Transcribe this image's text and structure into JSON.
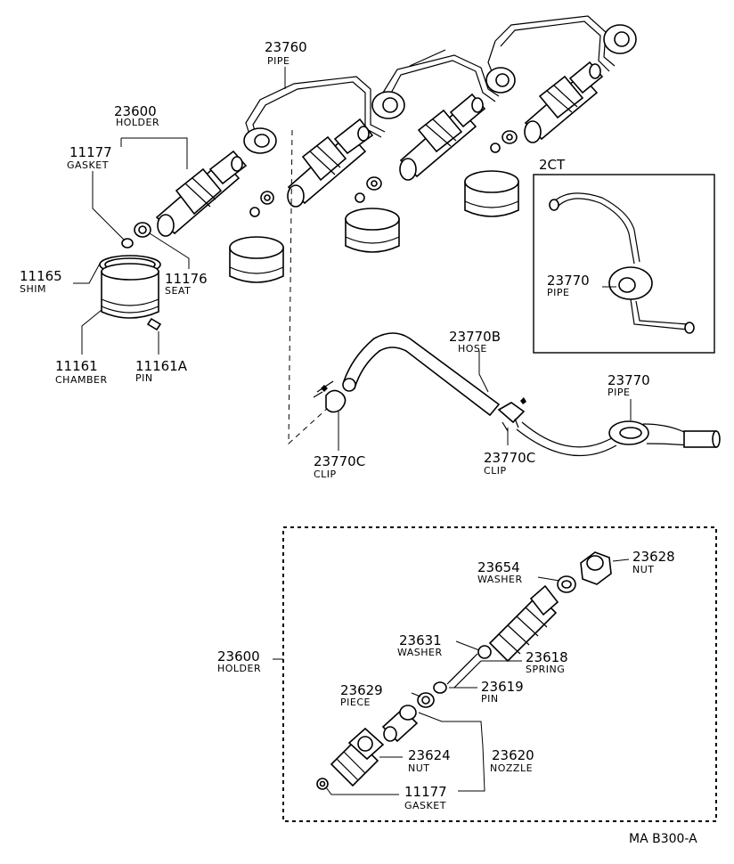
{
  "callouts": {
    "pipe_23760": {
      "num": "23760",
      "name": "PIPE"
    },
    "holder_23600_top": {
      "num": "23600",
      "name": "HOLDER"
    },
    "gasket_11177_top": {
      "num": "11177",
      "name": "GASKET"
    },
    "shim_11165": {
      "num": "11165",
      "name": "SHIM"
    },
    "seat_11176": {
      "num": "11176",
      "name": "SEAT"
    },
    "chamber_11161": {
      "num": "11161",
      "name": "CHAMBER"
    },
    "pin_11161A": {
      "num": "11161A",
      "name": "PIN"
    },
    "group_2ct": {
      "num": "2CT"
    },
    "pipe_23770_inset": {
      "num": "23770",
      "name": "PIPE"
    },
    "hose_23770B": {
      "num": "23770B",
      "name": "HOSE"
    },
    "pipe_23770": {
      "num": "23770",
      "name": "PIPE"
    },
    "clip_23770C_left": {
      "num": "23770C",
      "name": "CLIP"
    },
    "clip_23770C_right": {
      "num": "23770C",
      "name": "CLIP"
    },
    "washer_23654": {
      "num": "23654",
      "name": "WASHER"
    },
    "nut_23628": {
      "num": "23628",
      "name": "NUT"
    },
    "holder_23600_detail": {
      "num": "23600",
      "name": "HOLDER"
    },
    "washer_23631": {
      "num": "23631",
      "name": "WASHER"
    },
    "spring_23618": {
      "num": "23618",
      "name": "SPRING"
    },
    "piece_23629": {
      "num": "23629",
      "name": "PIECE"
    },
    "pin_23619": {
      "num": "23619",
      "name": "PIN"
    },
    "nut_23624": {
      "num": "23624",
      "name": "NUT"
    },
    "nozzle_23620": {
      "num": "23620",
      "name": "NOZZLE"
    },
    "gasket_11177_detail": {
      "num": "11177",
      "name": "GASKET"
    }
  },
  "reference": "MA  B300-A"
}
